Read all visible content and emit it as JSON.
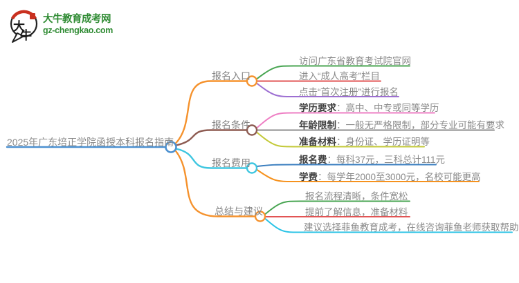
{
  "logo": {
    "mark_chars": [
      "大",
      "牛"
    ],
    "title": "大牛教育成考网",
    "subtitle": "gz-chengkao.com",
    "colors": {
      "green": "#2f8b33",
      "red": "#c9301f",
      "ink": "#222222"
    }
  },
  "root": {
    "label": "2025年广东培正学院函授本科报名指南",
    "color": "#4b90d0"
  },
  "branches": [
    {
      "label": "报名入口",
      "color": "#f5922d",
      "leaves": [
        {
          "bold": "",
          "text": "访问广东省教育考试院官网",
          "color": "#48a552"
        },
        {
          "bold": "",
          "text": "进入“成人高考”栏目",
          "color": "#e25454"
        },
        {
          "bold": "",
          "text": "点击“首次注册”进行报名",
          "color": "#9d6fd2"
        }
      ]
    },
    {
      "label": "报名条件",
      "color": "#8e5c52",
      "leaves": [
        {
          "bold": "学历要求",
          "text": "：高中、中专或同等学历",
          "color": "#ee7fc4"
        },
        {
          "bold": "年龄限制",
          "text": "：一般无严格限制，部分专业可能有要求",
          "color": "#8c8c8c"
        },
        {
          "bold": "准备材料",
          "text": "：身份证、学历证明等",
          "color": "#c3c938"
        }
      ]
    },
    {
      "label": "报名费用",
      "color": "#3ec6e0",
      "leaves": [
        {
          "bold": "报名费",
          "text": "：每科37元，三科总计111元",
          "color": "#3a7ebf"
        },
        {
          "bold": "学费",
          "text": "：每学年2000至3000元，名校可能更高",
          "color": "#f6921e"
        }
      ]
    },
    {
      "label": "总结与建议",
      "color": "#f5922d",
      "leaves": [
        {
          "bold": "",
          "text": "报名流程清晰，条件宽松",
          "color": "#48a552"
        },
        {
          "bold": "",
          "text": "提前了解信息，准备材料",
          "color": "#e25454"
        },
        {
          "bold": "",
          "text": "建议选择菲鱼教育成考，在线咨询菲鱼老师获取帮助",
          "color": "#29c3e6"
        }
      ]
    }
  ]
}
